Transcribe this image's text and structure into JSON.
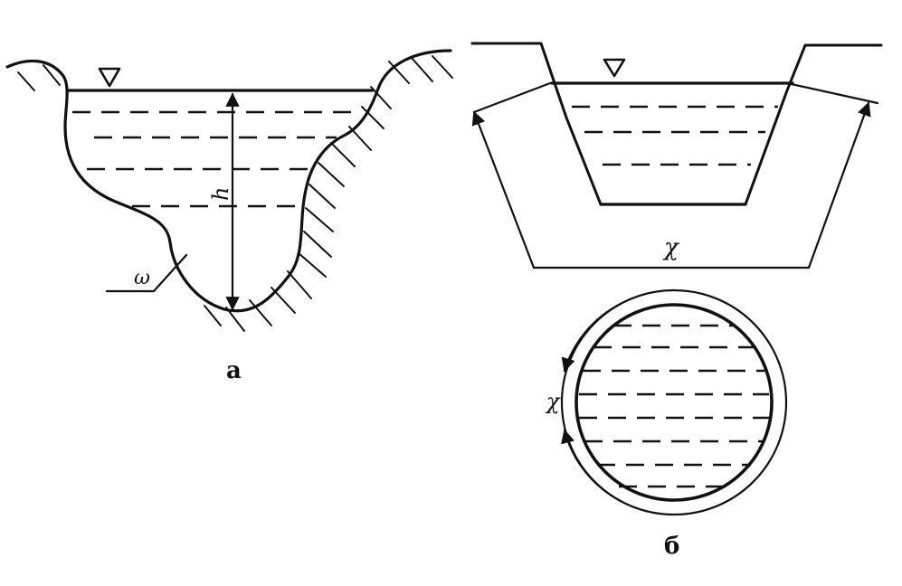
{
  "figure": {
    "panel_a": {
      "caption": "а",
      "depth_label": "h",
      "area_label": "ω"
    },
    "panel_b": {
      "caption": "б",
      "trapezoid_perimeter_label": "χ",
      "circle_perimeter_label": "χ"
    },
    "colors": {
      "ink": "#111111",
      "background": "#ffffff"
    }
  }
}
